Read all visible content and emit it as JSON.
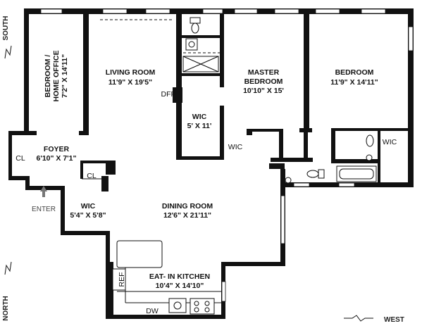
{
  "rooms": {
    "bedroom_office": {
      "name_line1": "BEDROOM /",
      "name_line2": "HOME OFFICE",
      "dims": "7'2\" X 14'11\""
    },
    "living_room": {
      "name": "LIVING ROOM",
      "dims": "11'9\" X 19'5\""
    },
    "master_bedroom": {
      "name_line1": "MASTER",
      "name_line2": "BEDROOM",
      "dims": "10'10\" X 15'"
    },
    "bedroom": {
      "name": "BEDROOM",
      "dims": "11'9\" X 14'11\""
    },
    "wic_master": {
      "name": "WIC",
      "dims": "5' X 11'"
    },
    "wic_small": {
      "name": "WIC"
    },
    "wic_bedroom": {
      "name": "WIC"
    },
    "foyer": {
      "name": "FOYER",
      "dims": "6'10\" X 7'1\""
    },
    "cl_left": {
      "name": "CL"
    },
    "cl_foyer": {
      "name": "CL"
    },
    "wic_foyer": {
      "name": "WIC",
      "dims": "5'4\" X 5'8\""
    },
    "dining_room": {
      "name": "DINING ROOM",
      "dims": "12'6\" X 21'11\""
    },
    "kitchen": {
      "name": "EAT- IN KITCHEN",
      "dims": "10'4\" X 14'10\""
    }
  },
  "fixtures": {
    "dfp": "DFP",
    "ref": "REF",
    "dw": "DW"
  },
  "compass": {
    "south": "SOUTH",
    "north": "NORTH",
    "west": "WEST"
  },
  "entry": {
    "label": "ENTER"
  }
}
